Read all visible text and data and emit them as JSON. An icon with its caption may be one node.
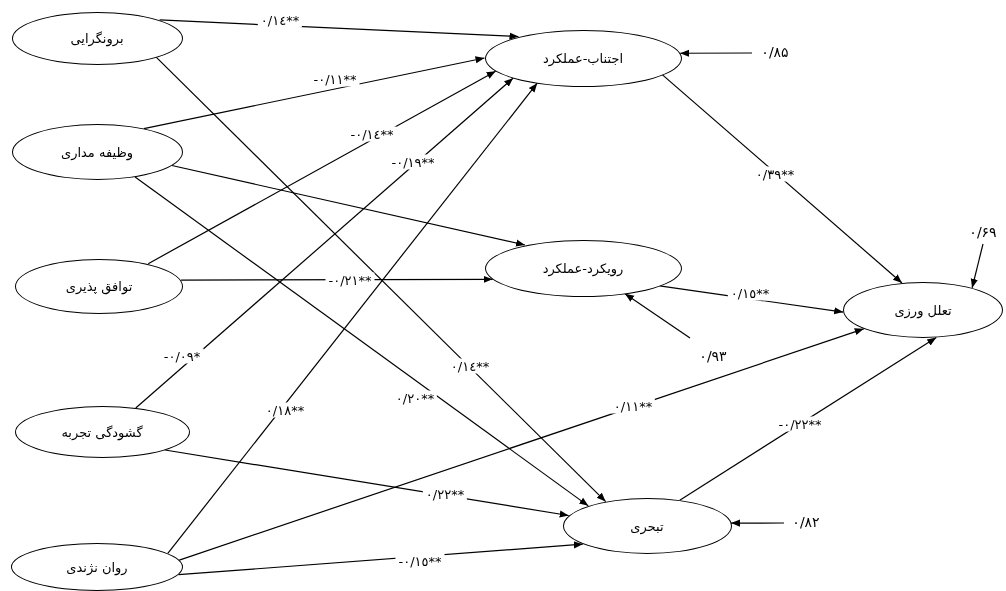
{
  "diagram": {
    "nodes": [
      {
        "text": [
          "برونگرایی"
        ]
      },
      {
        "text": [
          "وظیفه مداری"
        ]
      },
      {
        "text": [
          "توافق پذیری"
        ]
      },
      {
        "text": [
          "گشودگی تجربه"
        ]
      },
      {
        "text": [
          "روان نژندی"
        ]
      },
      {
        "text": [
          "اجتناب-عملکرد"
        ]
      },
      {
        "text": [
          "رویکرد-عملکرد"
        ]
      },
      {
        "text": [
          "تعلل ورزی"
        ]
      },
      {
        "text": [
          "تبحری"
        ]
      },
      {
        "text": [
          "۰/۸۵"
        ]
      },
      {
        "text": [
          "۰/۶۹"
        ]
      },
      {
        "text": [
          "۰/۹۳"
        ]
      },
      {
        "text": [
          "۰/۸۲"
        ]
      }
    ],
    "edges": [
      {
        "from": 0,
        "to": 5,
        "arrow": "to",
        "label": "٠/١٤**"
      },
      {
        "from": 1,
        "to": 5,
        "arrow": "to",
        "label": "-٠/١١**"
      },
      {
        "from": 1,
        "to": 6,
        "arrow": "to"
      },
      {
        "from": 1,
        "to": 8,
        "arrow": "to",
        "label": "٠/٢٠**"
      },
      {
        "from": 0,
        "to": 8,
        "arrow": "to",
        "label": "٠/١٤**"
      },
      {
        "from": 2,
        "to": 5,
        "arrow": "to",
        "label": "-٠/١٤**"
      },
      {
        "from": 2,
        "to": 6,
        "arrow": "to",
        "label": "-٠/٢١**"
      },
      {
        "from": 3,
        "to": 5,
        "arrow": "to",
        "label": "-٠/١٩**"
      },
      {
        "from": 4,
        "to": 5,
        "arrow": "to",
        "label": "٠/١٨**"
      },
      {
        "from": 4,
        "to": 7,
        "arrow": "to",
        "label": "٠/١١**"
      },
      {
        "from": 4,
        "to": 8,
        "arrow": "to",
        "label": "-٠/١٥**"
      },
      {
        "from": 3,
        "to": 8,
        "arrow": "to",
        "label": "٠/٢٢**"
      },
      {
        "from": 5,
        "to": 7,
        "arrow": "to",
        "label": "٠/٣٩**"
      },
      {
        "from": 6,
        "to": 7,
        "arrow": "to",
        "label": "٠/١٥**"
      },
      {
        "from": 8,
        "to": 7,
        "arrow": "to",
        "label": "-٠/٢٢**"
      },
      {
        "from": 9,
        "to": 5,
        "arrow": "to"
      },
      {
        "from": 10,
        "to": 7,
        "arrow": "to"
      },
      {
        "from": 11,
        "to": 6,
        "arrow": "to"
      },
      {
        "from": 12,
        "to": 8,
        "arrow": "to"
      }
    ],
    "labels": [
      "-٠/٠٩*"
    ]
  }
}
